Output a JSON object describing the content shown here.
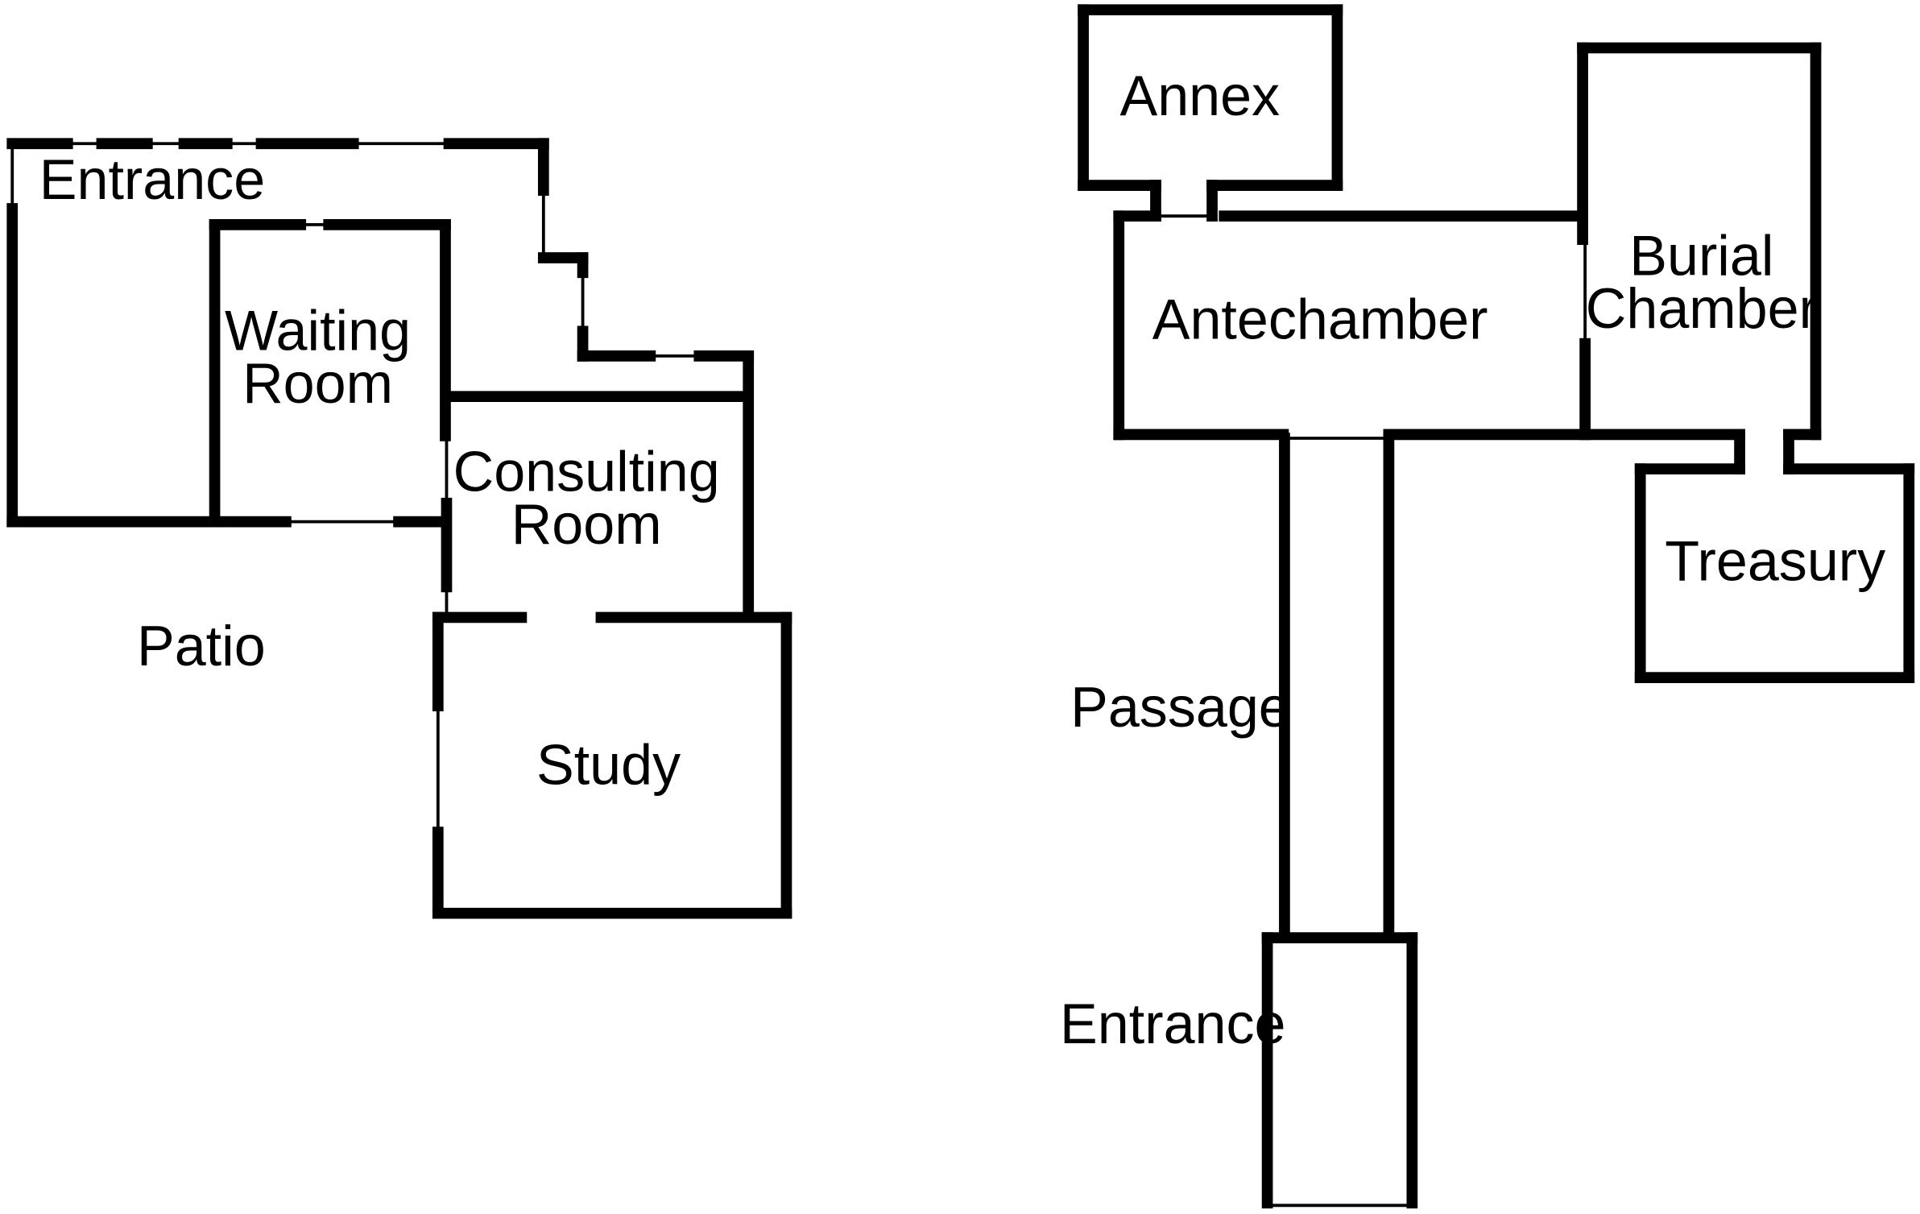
{
  "plans": {
    "house": {
      "entrance": "Entrance",
      "waiting_room": [
        "Waiting",
        "Room"
      ],
      "consulting_room": [
        "Consulting",
        "Room"
      ],
      "patio": "Patio",
      "study": "Study"
    },
    "tomb": {
      "annex": "Annex",
      "antechamber": "Antechamber",
      "burial_chamber": [
        "Burial",
        "Chamber"
      ],
      "treasury": "Treasury",
      "passage": "Passage",
      "entrance": "Entrance"
    }
  }
}
